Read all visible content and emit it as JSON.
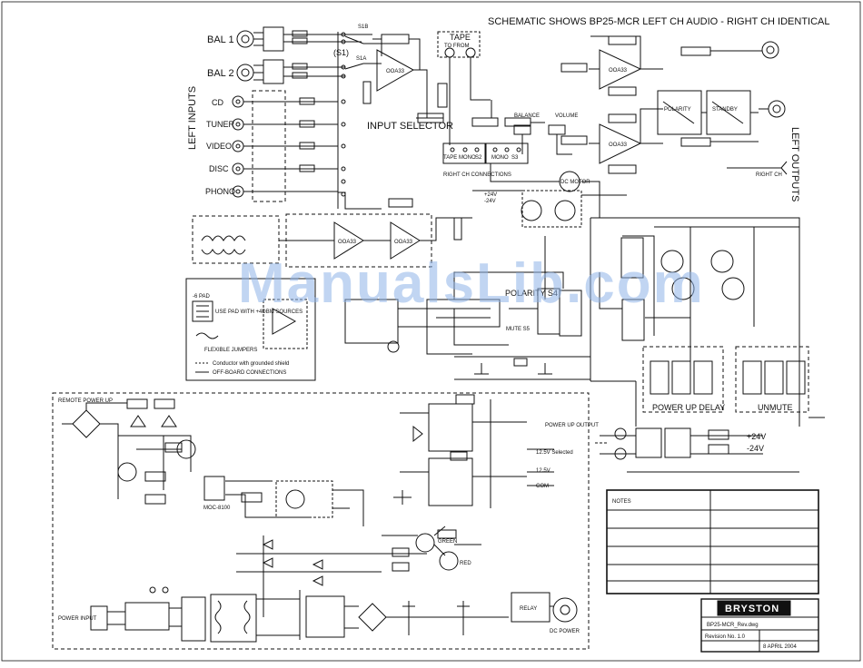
{
  "header": {
    "title": "SCHEMATIC SHOWS BP25-MCR LEFT CH AUDIO - RIGHT CH IDENTICAL"
  },
  "inputs": {
    "section_label": "LEFT INPUTS",
    "items": [
      "BAL 1",
      "BAL 2",
      "CD",
      "TUNER",
      "VIDEO",
      "DISC",
      "PHONO"
    ],
    "selector_label": "INPUT SELECTOR",
    "switch_ids": [
      "S1B",
      "S1A",
      "(S1)"
    ]
  },
  "tape": {
    "label": "TAPE",
    "sublabel": "TO  FROM",
    "modes": [
      "TAPE",
      "MONO",
      "S2",
      "MONO",
      "S3"
    ],
    "right_ch": "RIGHT CH CONNECTIONS"
  },
  "controls": {
    "balance": "BALANCE",
    "volume": "VOLUME",
    "motor": "DC MOTOR",
    "polarity": "POLARITY",
    "standby": "STANDBY",
    "polarity_switch": "POLARITY S4",
    "mute": "MUTE S5"
  },
  "outputs": {
    "label": "LEFT OUTPUTS",
    "right_ch": "RIGHT CH"
  },
  "opamps": [
    "OOA33",
    "OOA33",
    "OOA33",
    "OOA33",
    "OOA33"
  ],
  "delays": {
    "power_up": "POWER UP DELAY",
    "unmute": "UNMUTE"
  },
  "supply": {
    "rails": [
      "+24V",
      "-24V",
      "+24V",
      "-24V"
    ],
    "outputs": [
      "12.5V Selected",
      "12.5V",
      "COM"
    ],
    "power_up_out": "POWER UP OUTPUT",
    "remote": "REMOTE POWER UP",
    "power_input": "POWER INPUT",
    "dc_power": "DC POWER",
    "relay": "RELAY",
    "led_green": "GREEN",
    "led_red": "RED",
    "moc": "MOC-8100"
  },
  "legend": {
    "pad": "-6 PAD",
    "pad_note": "USE PAD WITH +4DBM SOURCES",
    "jumpers": "FLEXIBLE JUMPERS",
    "shield": "Conductor with grounded shield",
    "offboard": "OFF-BOARD CONNECTIONS"
  },
  "notes": {
    "n1": "NOTES"
  },
  "watermark": "ManualsLib.com",
  "titleblock": {
    "brand": "BRYSTON",
    "file": "BP25-MCR_Rev.dwg",
    "revision": "Revision No. 1.0",
    "date": "8 APRIL 2004"
  },
  "colors": {
    "ink": "#111111",
    "watermark": "#8fb4e8",
    "paper": "#ffffff"
  }
}
